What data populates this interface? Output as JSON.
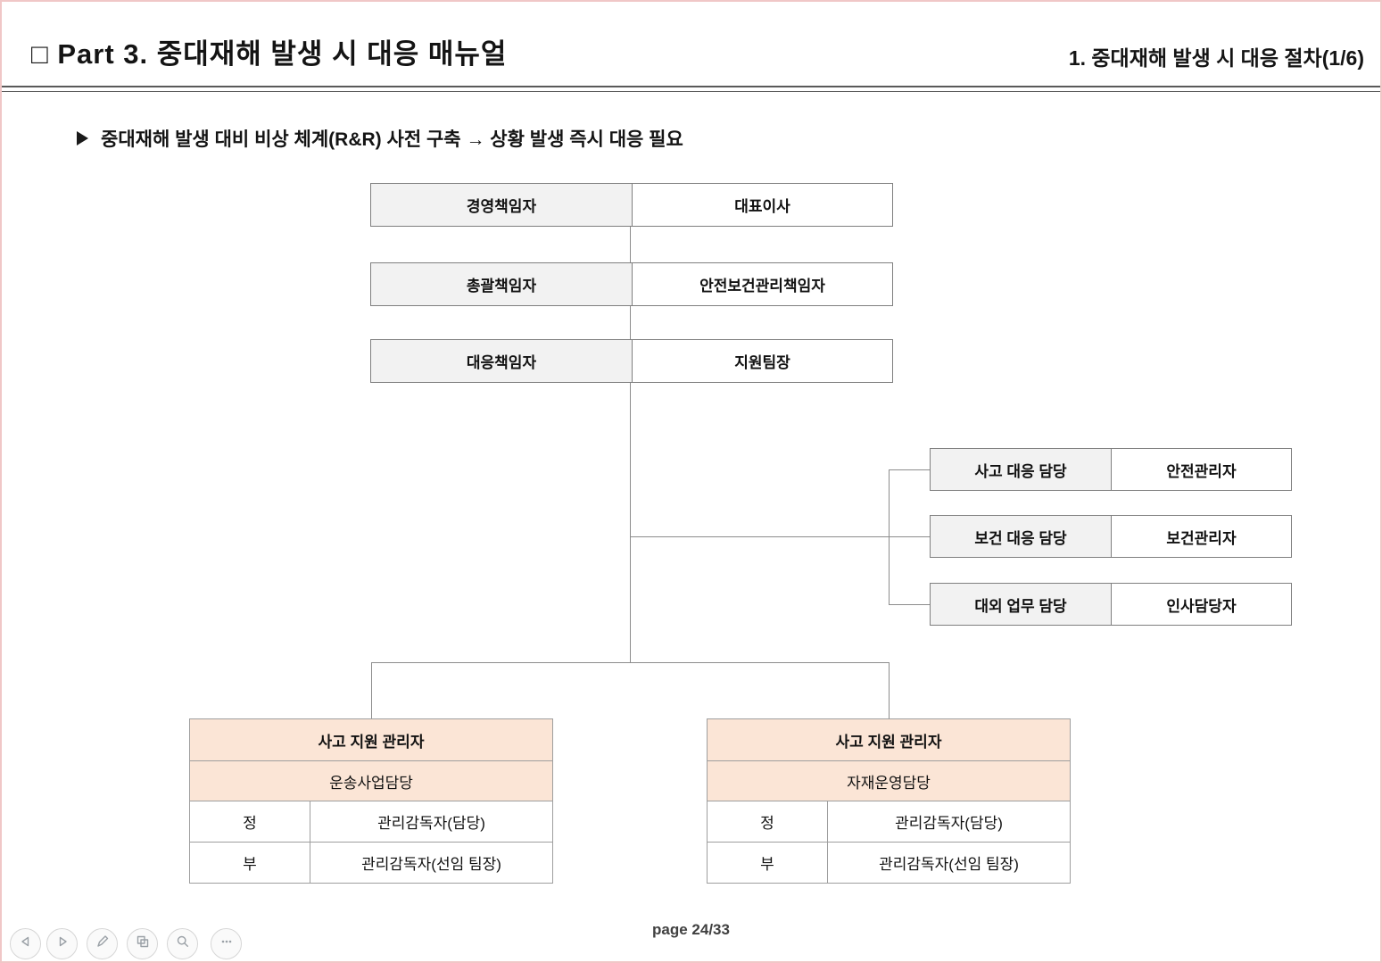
{
  "header": {
    "title_left": "□ Part 3. 중대재해 발생 시 대응 매뉴얼",
    "title_right": "1. 중대재해 발생 시 대응 절차(1/6)"
  },
  "bullet": {
    "marker": "➢",
    "text": "중대재해 발생 대비 비상 체계(R&R) 사전 구축 → 상황 발생 즉시 대응 필요"
  },
  "org_chart": {
    "main_chain": [
      {
        "role": "경영책임자",
        "person": "대표이사"
      },
      {
        "role": "총괄책임자",
        "person": "안전보건관리책임자"
      },
      {
        "role": "대응책임자",
        "person": "지원팀장"
      }
    ],
    "staff_branch": [
      {
        "role": "사고 대응 담당",
        "person": "안전관리자"
      },
      {
        "role": "보건 대응 담당",
        "person": "보건관리자"
      },
      {
        "role": "대외 업무 담당",
        "person": "인사담당자"
      }
    ],
    "support_tables": [
      {
        "title": "사고 지원 관리자",
        "division": "운송사업담당",
        "rows": [
          {
            "label": "정",
            "value": "관리감독자(담당)"
          },
          {
            "label": "부",
            "value": "관리감독자(선임 팀장)"
          }
        ]
      },
      {
        "title": "사고 지원 관리자",
        "division": "자재운영담당",
        "rows": [
          {
            "label": "정",
            "value": "관리감독자(담당)"
          },
          {
            "label": "부",
            "value": "관리감독자(선임 팀장)"
          }
        ]
      }
    ]
  },
  "footer": {
    "page_label": "page 24/33"
  },
  "toolbar": {
    "buttons": [
      {
        "icon": "prev-arrow-icon"
      },
      {
        "icon": "next-arrow-icon"
      },
      {
        "icon": "pen-icon"
      },
      {
        "icon": "slides-icon"
      },
      {
        "icon": "zoom-icon"
      },
      {
        "icon": "ellipsis-icon"
      }
    ]
  },
  "colors": {
    "accent_peach": "#fbe5d6",
    "cell_gray": "#f2f2f2",
    "line_gray": "#8c8c8c",
    "frame_pink": "#f0c7c7",
    "rule_gray": "#595959"
  }
}
